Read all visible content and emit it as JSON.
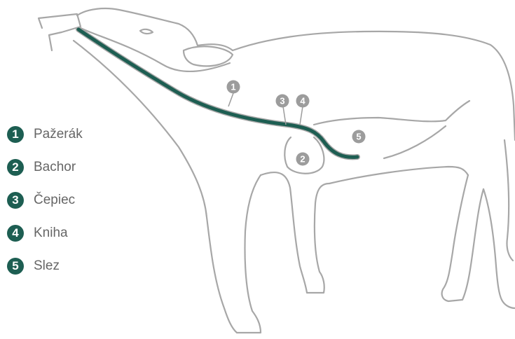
{
  "colors": {
    "accent": "#1d5e52",
    "outline": "#a7a7a7",
    "marker": "#9c9c9c",
    "label_text": "#666666"
  },
  "legend": [
    {
      "number": "1",
      "label": "Pažerák"
    },
    {
      "number": "2",
      "label": "Bachor"
    },
    {
      "number": "3",
      "label": "Čepiec"
    },
    {
      "number": "4",
      "label": "Kniha"
    },
    {
      "number": "5",
      "label": "Slez"
    }
  ],
  "markers": [
    {
      "number": "1",
      "organ": "Pažerák"
    },
    {
      "number": "2",
      "organ": "Bachor"
    },
    {
      "number": "3",
      "organ": "Čepiec"
    },
    {
      "number": "4",
      "organ": "Kniha"
    },
    {
      "number": "5",
      "organ": "Slez"
    }
  ]
}
